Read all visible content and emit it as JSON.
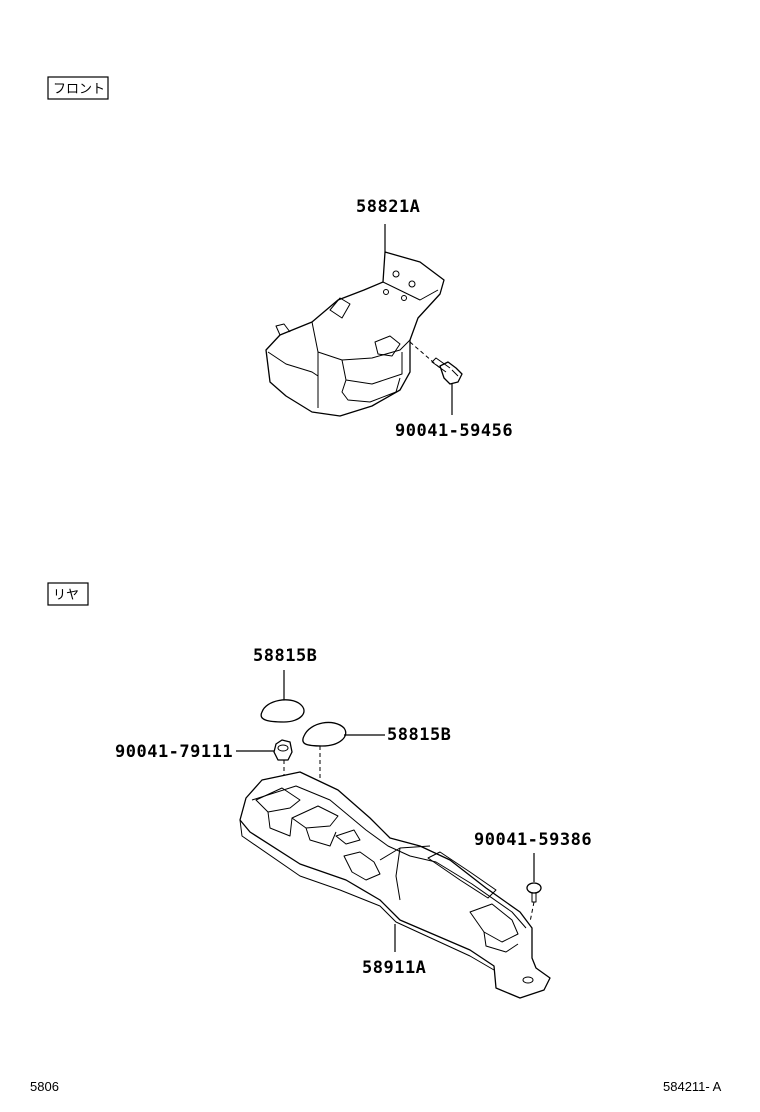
{
  "sections": {
    "front": {
      "label": "フロント"
    },
    "rear": {
      "label": "リヤ"
    }
  },
  "parts": {
    "front_panel": "58821A",
    "front_screw": "90041-59456",
    "cap_upper": "58815B",
    "cap_right": "58815B",
    "nut_clip": "90041-79111",
    "rear_screw": "90041-59386",
    "rear_console": "58911A"
  },
  "footer": {
    "left_code": "5806",
    "right_code": "584211- A"
  }
}
